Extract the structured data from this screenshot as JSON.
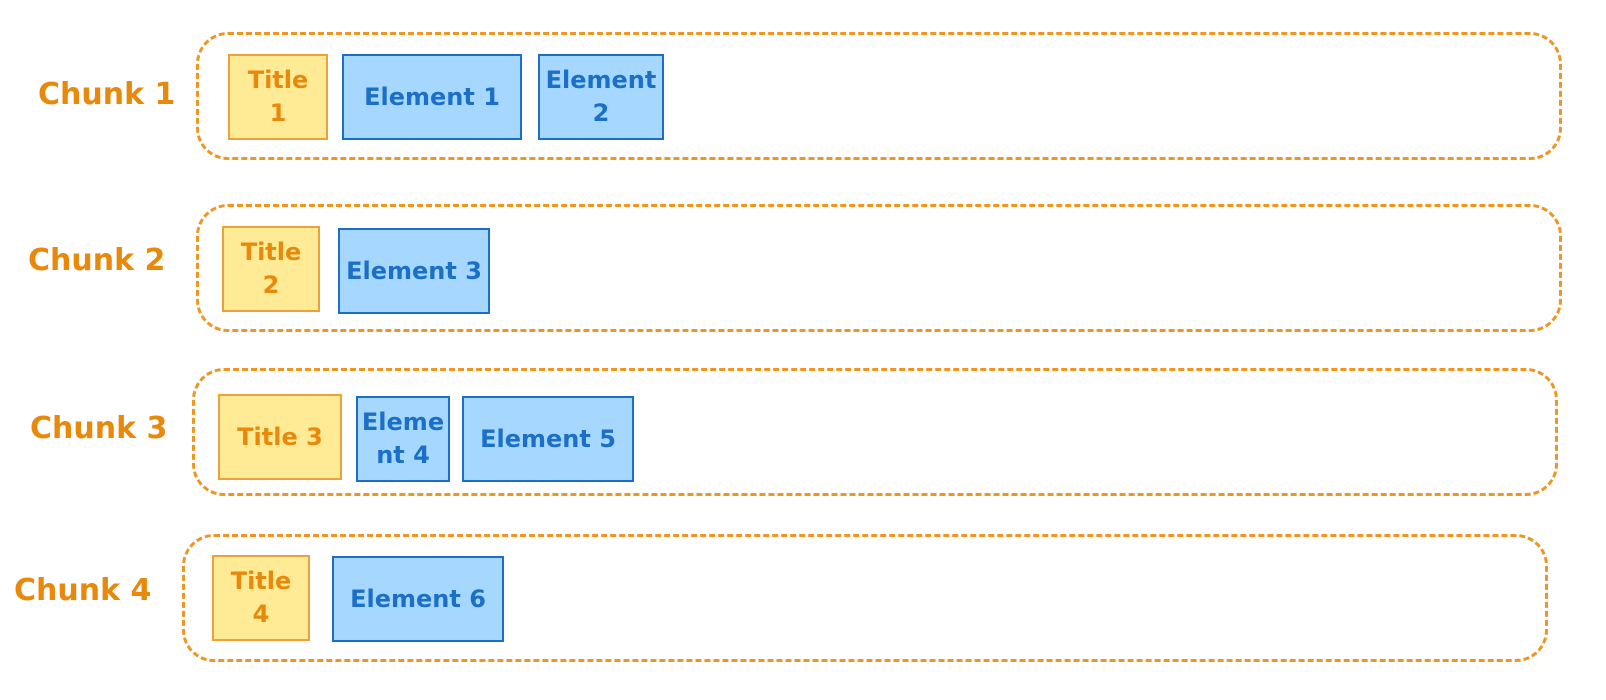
{
  "colors": {
    "chunk_orange": "#ee9522",
    "title_fill": "#ffea95",
    "title_border": "#f0a03a",
    "element_fill": "#a6d8ff",
    "element_border": "#1c6fc7"
  },
  "chunks": [
    {
      "label": "Chunk 1",
      "title": {
        "line1": "Title",
        "line2": "1"
      },
      "elements": [
        {
          "line1": "Element 1"
        },
        {
          "line1": "Element",
          "line2": "2"
        }
      ]
    },
    {
      "label": "Chunk 2",
      "title": {
        "line1": "Title",
        "line2": "2"
      },
      "elements": [
        {
          "line1": "Element 3"
        }
      ]
    },
    {
      "label": "Chunk 3",
      "title": {
        "line1": "Title 3"
      },
      "elements": [
        {
          "line1": "Eleme",
          "line2": "nt 4"
        },
        {
          "line1": "Element 5"
        }
      ]
    },
    {
      "label": "Chunk 4",
      "title": {
        "line1": "Title",
        "line2": "4"
      },
      "elements": [
        {
          "line1": "Element 6"
        }
      ]
    }
  ]
}
